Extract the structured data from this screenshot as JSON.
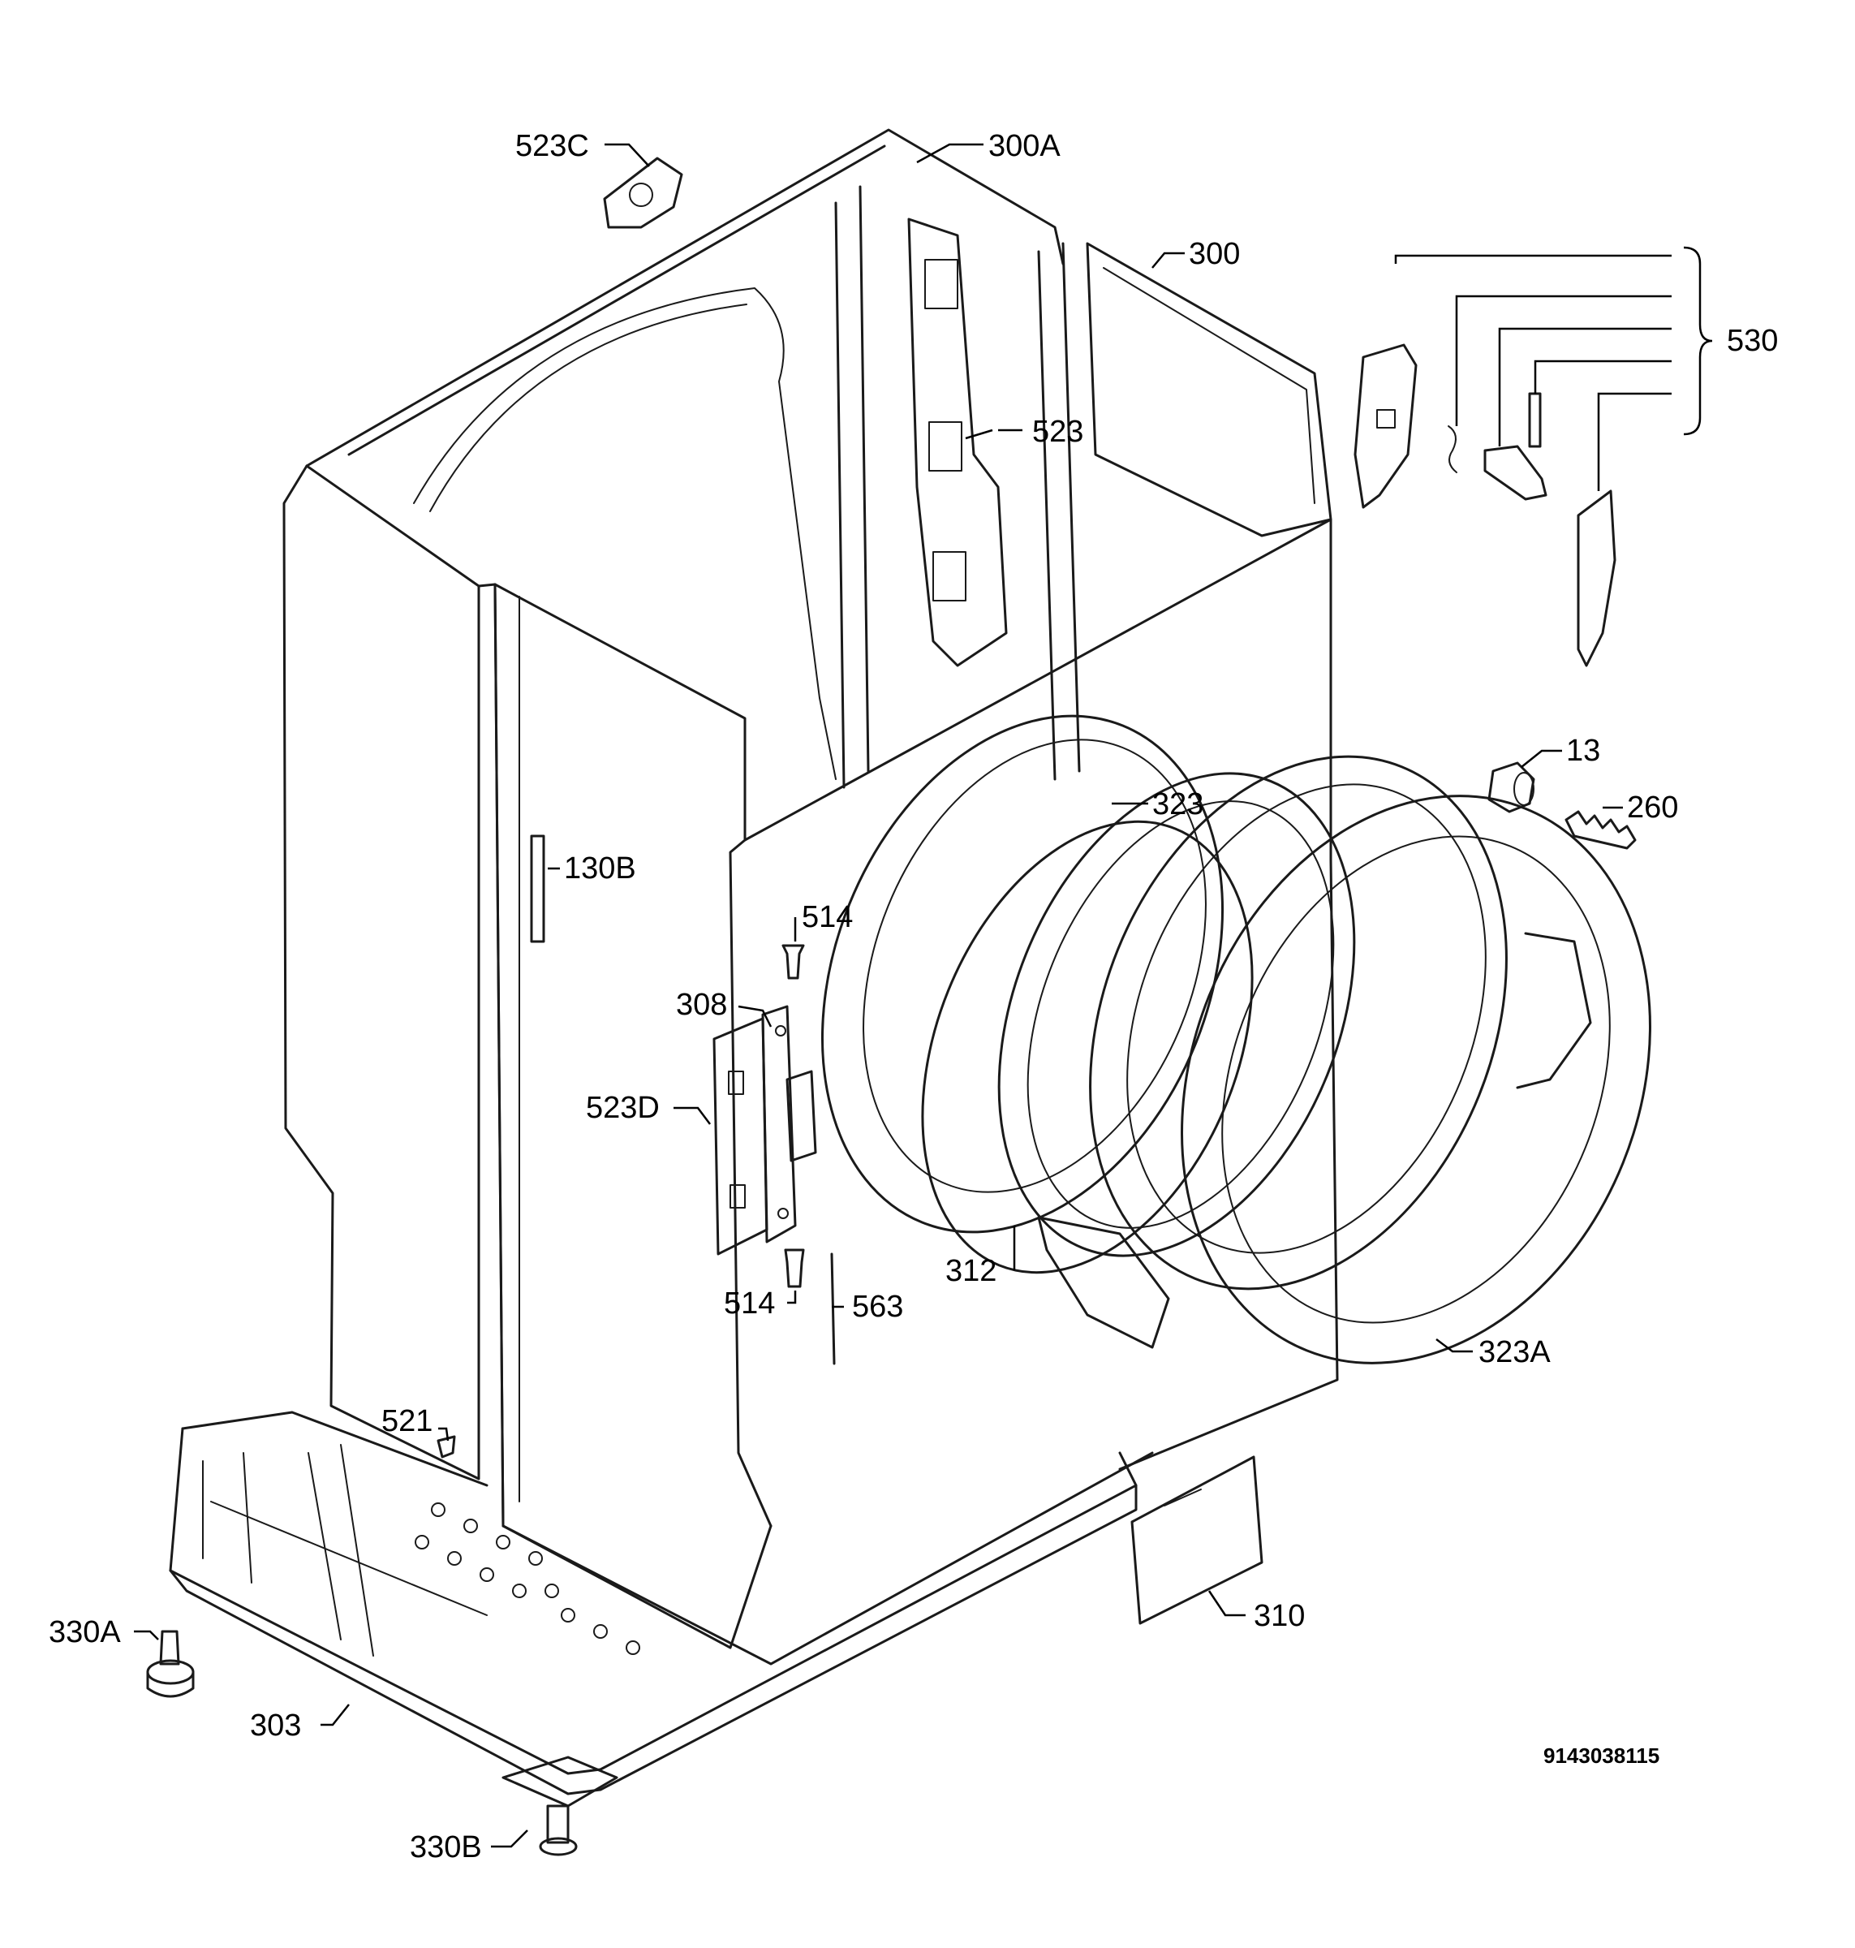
{
  "document_id": "9143038115",
  "labels": {
    "l523C": "523C",
    "l300A": "300A",
    "l300": "300",
    "l530": "530",
    "l523": "523",
    "l13": "13",
    "l323": "323",
    "l260": "260",
    "l130B": "130B",
    "l514a": "514",
    "l308": "308",
    "l523D": "523D",
    "l312": "312",
    "l514b": "514",
    "l563": "563",
    "l323A": "323A",
    "l521": "521",
    "l310": "310",
    "l330A": "330A",
    "l303": "303",
    "l330B": "330B"
  }
}
